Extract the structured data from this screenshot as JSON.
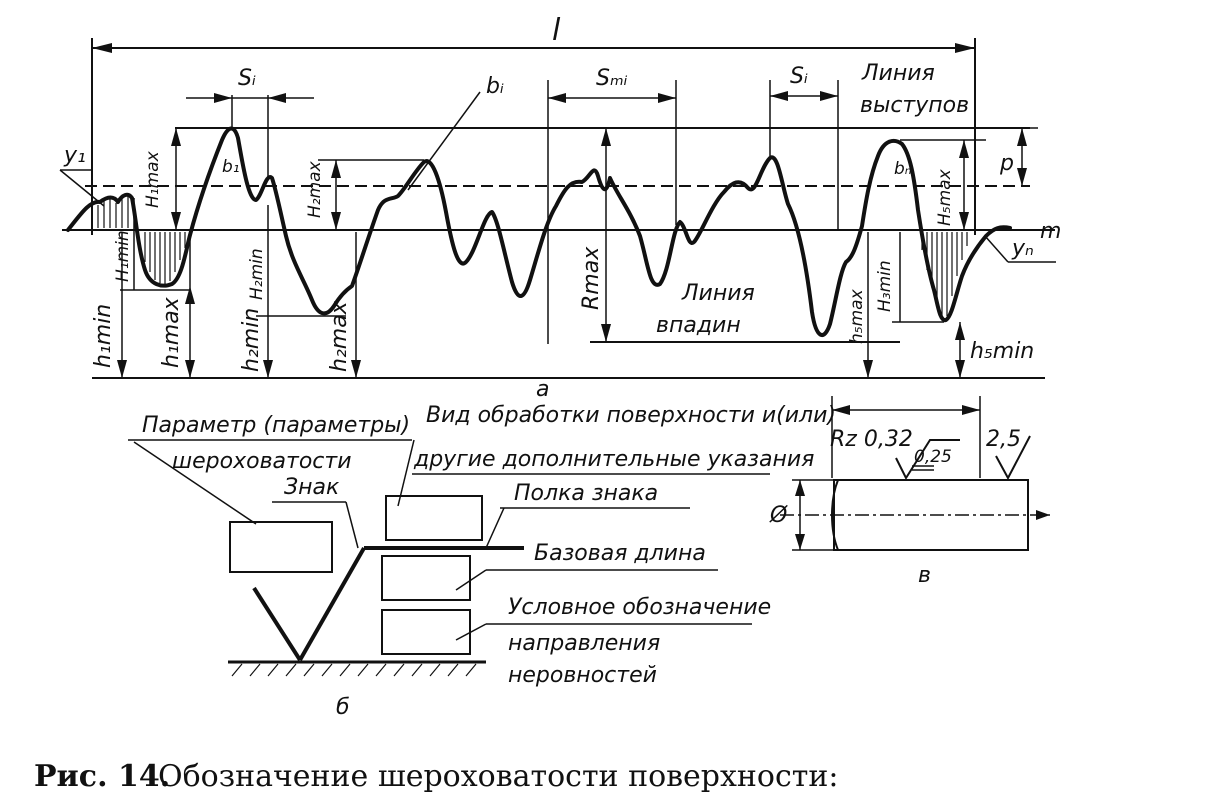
{
  "figure_a": {
    "label_l": "l",
    "label_si_1": "Sᵢ",
    "label_si_2": "Sᵢ",
    "label_smi": "Sₘᵢ",
    "label_bi": "bᵢ",
    "label_b1": "b₁",
    "label_bn": "bₙ",
    "label_vystupov_1": "Линия",
    "label_vystupov_2": "выступов",
    "label_vpadin_1": "Линия",
    "label_vpadin_2": "впадин",
    "label_p": "p",
    "label_m": "m",
    "label_y1": "y₁",
    "label_yn": "yₙ",
    "label_h1max_upper": "H₁max",
    "label_h2max_upper": "H₂max",
    "label_h5max_upper": "H₅max",
    "label_h1min_upper": "H₁min",
    "label_h2min_upper": "H₂min",
    "label_h3min_upper": "H₃min",
    "label_h1min": "h₁min",
    "label_h1max": "h₁max",
    "label_h2min": "h₂min",
    "label_h2max": "h₂max",
    "label_h5max": "h₅max",
    "label_h5min": "h₅min",
    "label_rmax": "Rmax",
    "sublabel": "а"
  },
  "figure_b": {
    "label_parametr": "Параметр (параметры)",
    "label_sherokh": "шероховатости",
    "label_znak": "Знак",
    "label_vid_1": "Вид обработки поверхности и(или)",
    "label_vid_2": "другие дополнительные указания",
    "label_polka": "Полка знака",
    "label_baz": "Базовая длина",
    "label_usl_1": "Условное обозначение",
    "label_usl_2": "направления",
    "label_usl_3": "неровностей",
    "sublabel": "б"
  },
  "figure_v": {
    "label_rz": "Rz 0,32",
    "label_025": "0,25",
    "label_25": "2,5",
    "label_diam": "Ø",
    "sublabel": "в"
  },
  "caption": {
    "prefix": "Рис. 14.",
    "text": "Обозначение шероховатости поверхности:"
  }
}
